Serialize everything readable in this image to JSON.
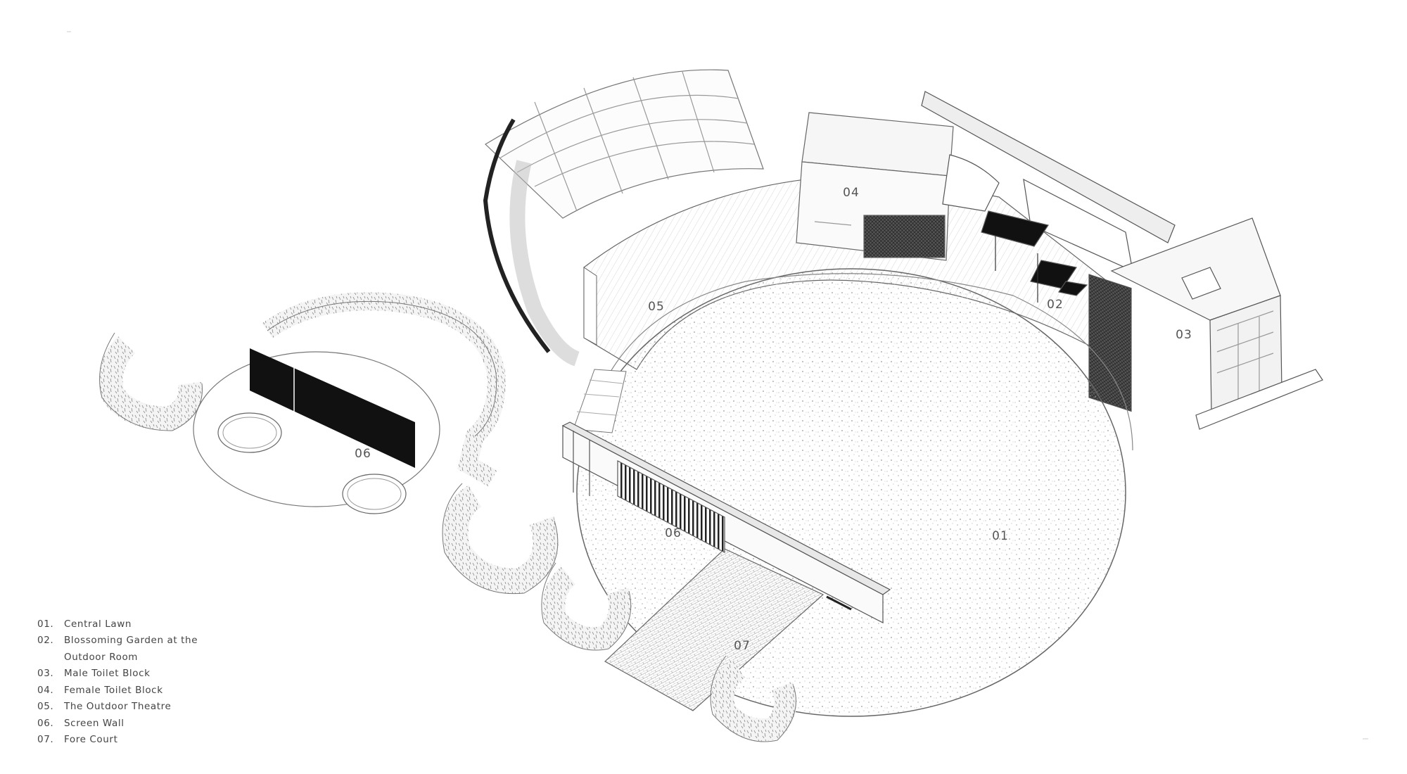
{
  "zones": [
    {
      "id": "z01",
      "number": "01"
    },
    {
      "id": "z02",
      "number": "02"
    },
    {
      "id": "z03",
      "number": "03"
    },
    {
      "id": "z04",
      "number": "04"
    },
    {
      "id": "z05",
      "number": "05"
    },
    {
      "id": "z06a",
      "number": "06"
    },
    {
      "id": "z06b",
      "number": "06"
    },
    {
      "id": "z07",
      "number": "07"
    }
  ],
  "legend": [
    {
      "number": "01.",
      "text": "Central Lawn"
    },
    {
      "number": "02.",
      "text": "Blossoming Garden at the"
    },
    {
      "number": "",
      "text": "Outdoor Room"
    },
    {
      "number": "03.",
      "text": "Male Toilet Block"
    },
    {
      "number": "04.",
      "text": "Female Toilet Block"
    },
    {
      "number": "05.",
      "text": "The Outdoor Theatre"
    },
    {
      "number": "06.",
      "text": "Screen Wall"
    },
    {
      "number": "07.",
      "text": "Fore Court"
    }
  ]
}
